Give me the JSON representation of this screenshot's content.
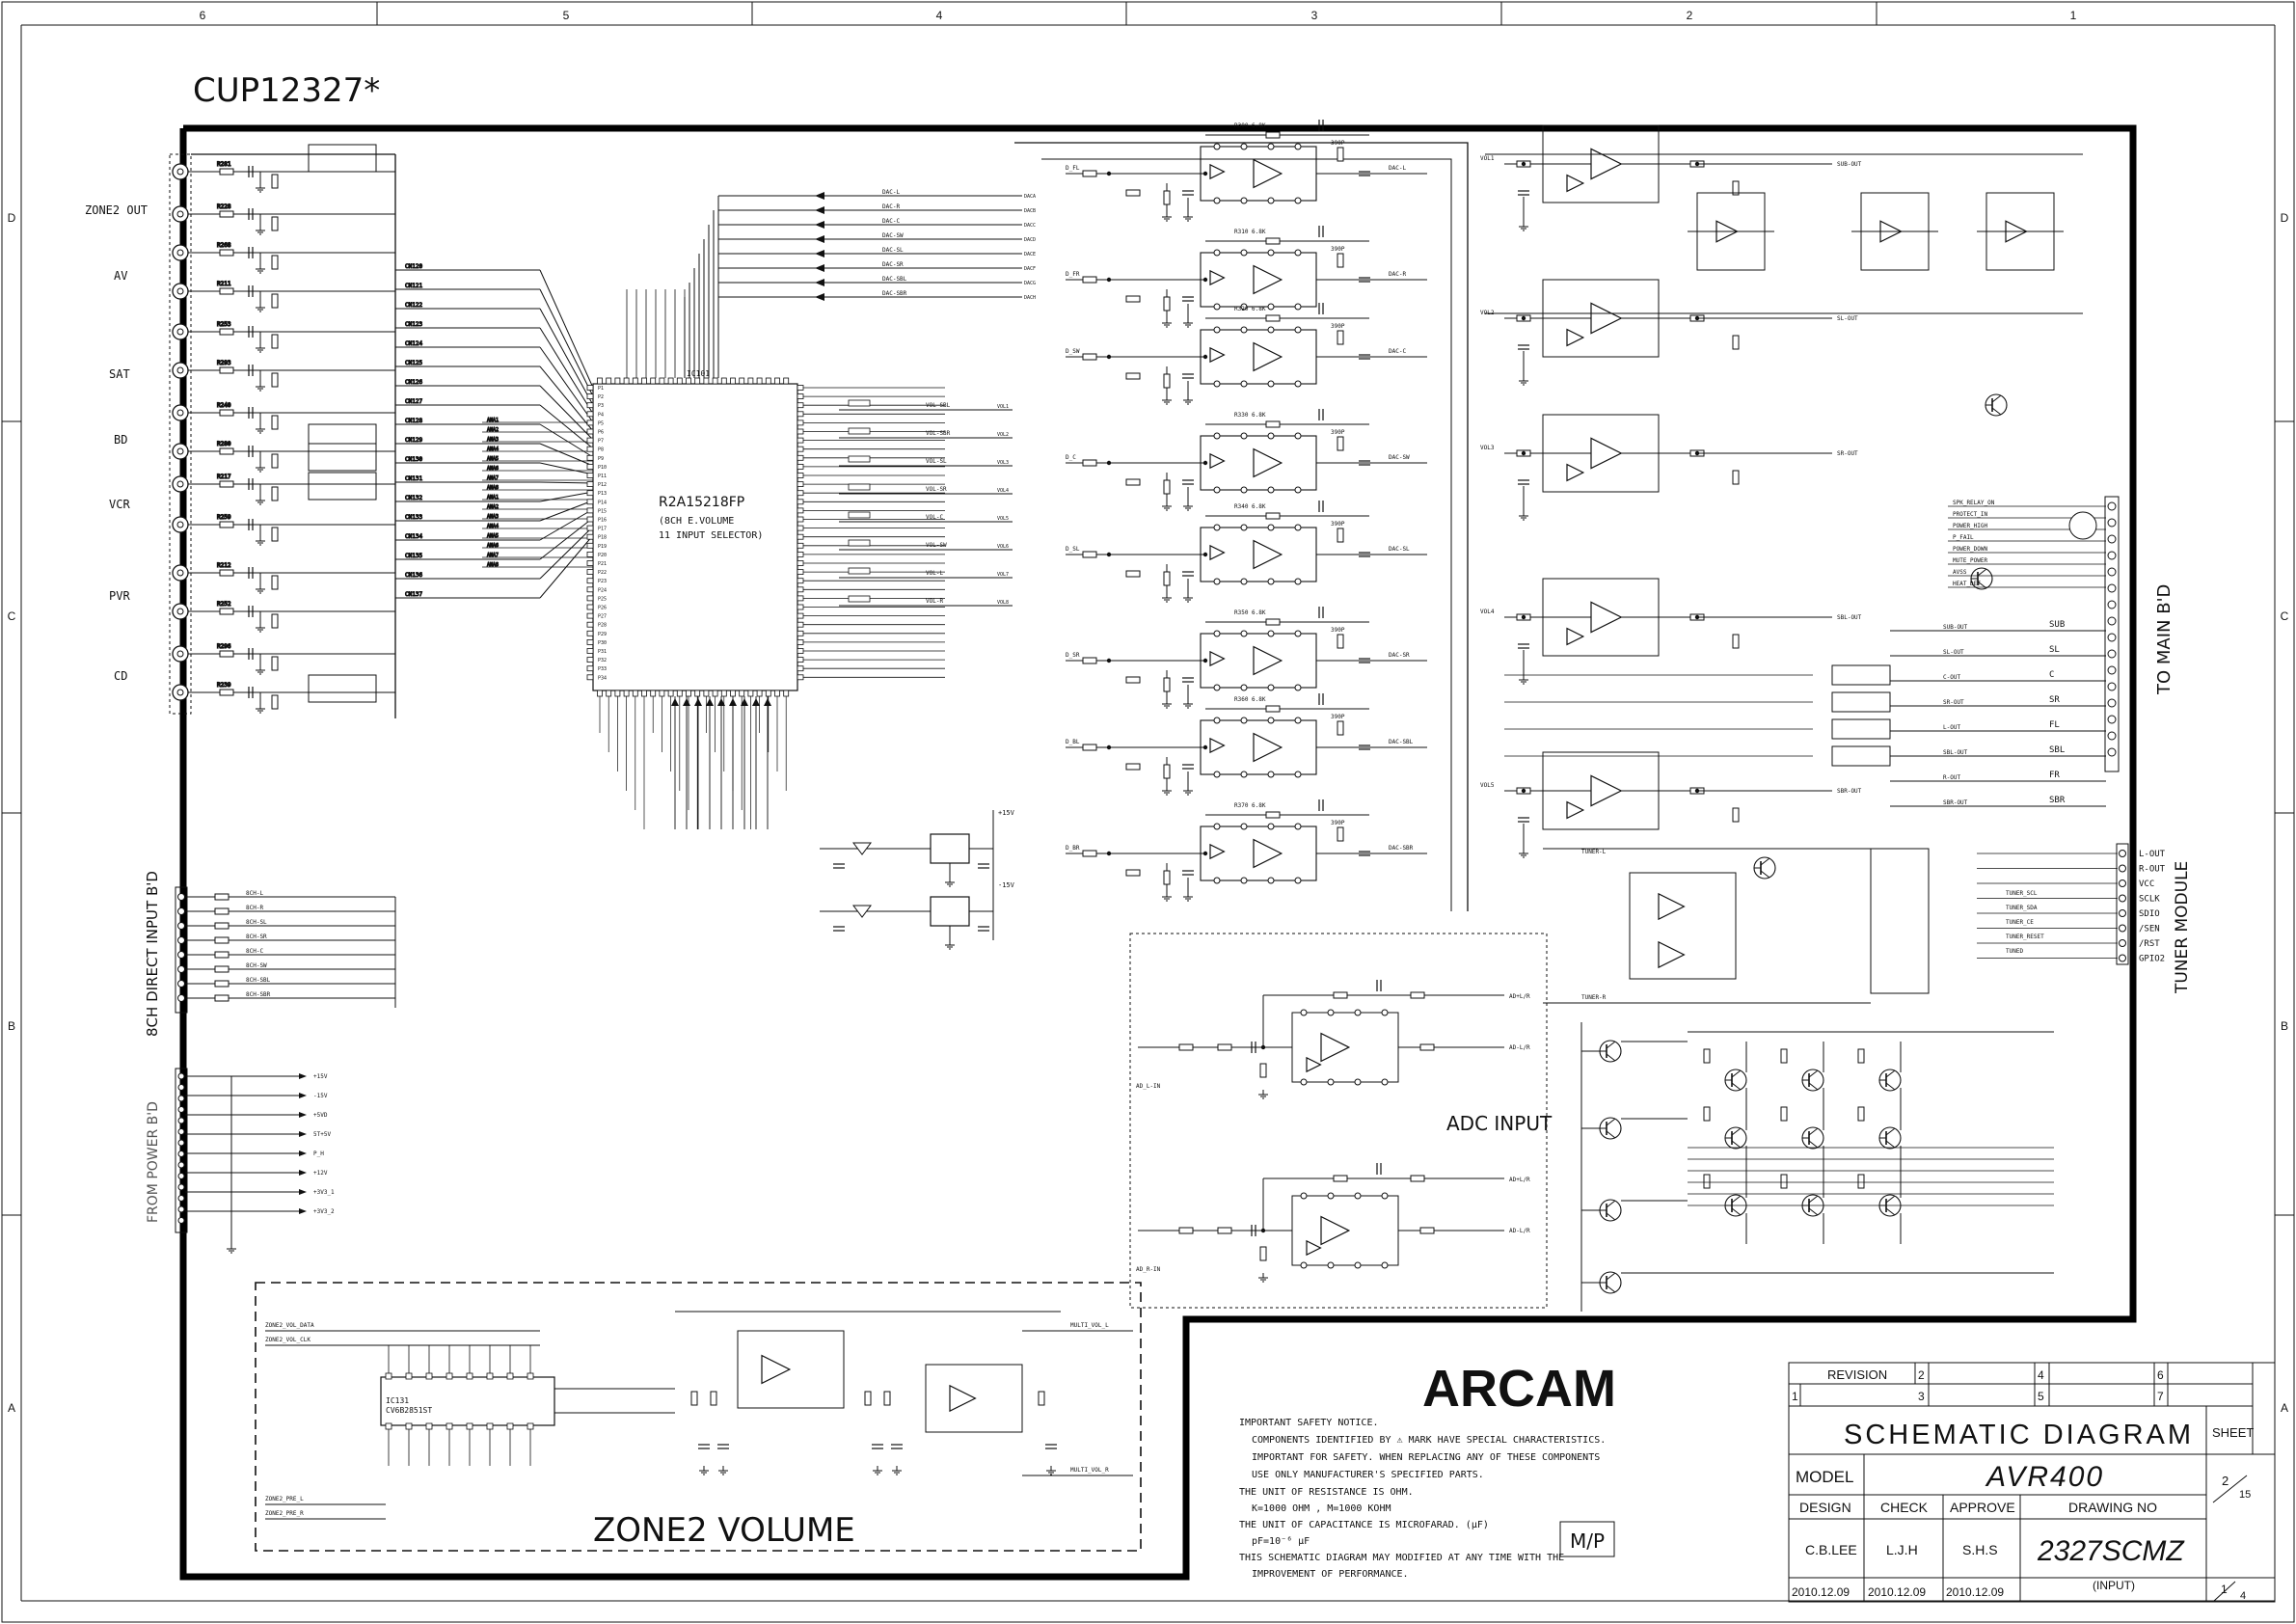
{
  "drawing_id": "CUP12327*",
  "grid": {
    "columns": [
      "6",
      "5",
      "4",
      "3",
      "2",
      "1"
    ],
    "rows": [
      "D",
      "C",
      "B",
      "A"
    ]
  },
  "connectors_left": {
    "zone2_out": "ZONE2 OUT",
    "av": "AV",
    "sat": "SAT",
    "bd": "BD",
    "vcr": "VCR",
    "pvr": "PVR",
    "cd": "CD",
    "direct_input": "8CH DIRECT INPUT B'D",
    "from_power": "FROM POWER B'D"
  },
  "main_ic": {
    "part": "R2A15218FP",
    "desc_line1": "(8CH E.VOLUME",
    "desc_line2": "11 INPUT SELECTOR)",
    "ref": "IC101"
  },
  "blocks": {
    "adc_input": "ADC INPUT",
    "zone2_volume": "ZONE2 VOLUME",
    "to_main_bd": "TO MAIN B'D",
    "tuner_module": "TUNER MODULE",
    "zone2_ic": "IC131",
    "zone2_ic_part": "CV6B2851ST"
  },
  "main_bd_pins": [
    "SUB",
    "SL",
    "C",
    "SR",
    "FL",
    "SBL",
    "FR",
    "SBR"
  ],
  "main_bd_nets": [
    "SUB-OUT",
    "SL-OUT",
    "C-OUT",
    "SR-OUT",
    "L-OUT",
    "SBL-OUT",
    "R-OUT",
    "SBR-OUT"
  ],
  "main_bd_ctrl": [
    "SPK_RELAY_ON",
    "PROTECT_IN",
    "POWER_HIGH",
    "P_FAIL",
    "POWER_DOWN",
    "MUTE_POWER",
    "AVSS",
    "HEAT_DET"
  ],
  "tuner_pins": [
    "L-OUT",
    "R-OUT",
    "VCC",
    "SCLK",
    "SDIO",
    "/SEN",
    "/RST",
    "GPIO2"
  ],
  "tuner_nets": [
    "TUNER_SCL",
    "TUNER_SDA",
    "TUNER_CE",
    "TUNER_RESET",
    "TUNED"
  ],
  "direct_nets": [
    "8CH-L",
    "8CH-R",
    "8CH-SL",
    "8CH-SR",
    "8CH-C",
    "8CH-SW",
    "8CH-SBL",
    "8CH-SBR"
  ],
  "power_nets": [
    "+15V",
    "-15V",
    "+5VD",
    "5T+5V",
    "P_H",
    "+12V",
    "+3V3_1",
    "+3V3_2"
  ],
  "dac_nets": [
    "DAC-L",
    "DAC-R",
    "DAC-C",
    "DAC-SW",
    "DAC-SL",
    "DAC-SR",
    "DAC-SBL",
    "DAC-SBR"
  ],
  "vol_nets": [
    "VOL-SBL",
    "VOL-SBR",
    "VOL-SL",
    "VOL-SR",
    "VOL-C",
    "VOL-SW",
    "VOL-L",
    "VOL-R"
  ],
  "logo": "ARCAM",
  "notes": [
    "IMPORTANT SAFETY NOTICE.",
    "COMPONENTS IDENTIFIED BY ⚠ MARK HAVE SPECIAL CHARACTERISTICS.",
    "IMPORTANT FOR SAFETY. WHEN REPLACING ANY OF THESE COMPONENTS",
    "USE ONLY MANUFACTURER'S SPECIFIED PARTS.",
    "THE UNIT OF RESISTANCE IS OHM.",
    "K=1000 OHM , M=1000 KOHM",
    "THE UNIT OF CAPACITANCE IS MICROFARAD. (µF)",
    "pF=10⁻⁶ µF",
    "THIS SCHEMATIC DIAGRAM MAY MODIFIED AT ANY TIME WITH THE",
    "IMPROVEMENT OF PERFORMANCE."
  ],
  "mp_mark": "M/P",
  "title_block": {
    "revision_label": "REVISION",
    "revision_cells": [
      "1",
      "2",
      "3",
      "4",
      "5",
      "6",
      "7"
    ],
    "diagram_title": "SCHEMATIC DIAGRAM",
    "sheet_label": "SHEET",
    "sheet_num": "2",
    "sheet_total": "15",
    "model_label": "MODEL",
    "model": "AVR400",
    "design_label": "DESIGN",
    "check_label": "CHECK",
    "approve_label": "APPROVE",
    "drawing_no_label": "DRAWING NO",
    "designer": "C.B.LEE",
    "checker": "L.J.H",
    "approver": "S.H.S",
    "drawing_no": "2327SCMZ",
    "drawing_sub": "(INPUT)",
    "date1": "2010.12.09",
    "date2": "2010.12.09",
    "date3": "2010.12.09",
    "page_num": "1",
    "page_total": "4"
  },
  "colors": {
    "ink": "#111111",
    "paper": "#ffffff"
  }
}
